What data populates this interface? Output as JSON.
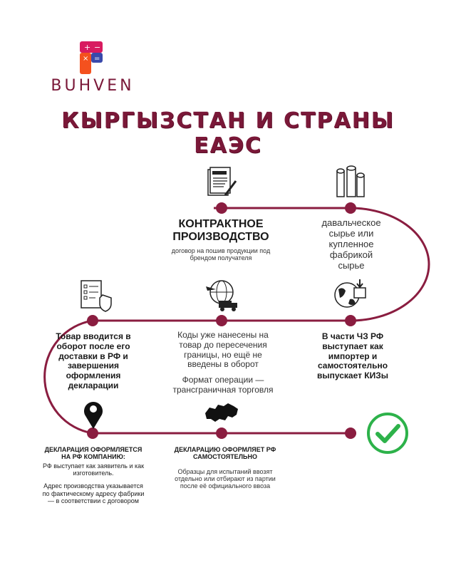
{
  "brand": {
    "name": "BUHVEN",
    "logo_icon": "calculator-logo-icon"
  },
  "title": "КЫРГЫЗСТАН И СТРАНЫ ЕАЭС",
  "colors": {
    "accent": "#7a1838",
    "dot": "#8a1d40",
    "check": "#2db24a"
  },
  "steps": {
    "contract": {
      "icon": "contract-document-icon",
      "heading": "КОНТРАКТНОЕ ПРОИЗВОДСТВО",
      "desc": "договор на пошив продукции под брендом получателя"
    },
    "material": {
      "icon": "fabric-rolls-icon",
      "text": "давальческое сырье или купленное фабрикой сырье"
    },
    "codes": {
      "icon": "global-logistics-icon",
      "text": "Коды уже нанесены на товар до пересечения границы, но ещё не введены в оборот",
      "format": "Формат операции — трансграничная торговля"
    },
    "importer": {
      "icon": "globe-box-icon",
      "text": "В части ЧЗ РФ выступает как импортер и самостоятельно выпускает КИЗы"
    },
    "circulation": {
      "icon": "checklist-shield-icon",
      "text": "Товар вводится в оборот после его доставки в РФ и завершения оформления декларации"
    },
    "declaration_company": {
      "icon": "location-pin-icon",
      "heading": "ДЕКЛАРАЦИЯ ОФОРМЛЯЕТСЯ НА РФ КОМПАНИЮ:",
      "line1": "РФ выступает как заявитель и как изготовитель.",
      "line2": "Адрес производства указывается по фактическому адресу фабрики — в соответствии с договором"
    },
    "declaration_self": {
      "icon": "russia-map-icon",
      "heading": "ДЕКЛАРАЦИЮ ОФОРМЛЯЕТ РФ САМОСТОЯТЕЛЬНО",
      "desc": "Образцы для испытаний ввозят отдельно или отбирают из партии после её официального ввоза"
    },
    "final": {
      "icon": "checkmark-icon"
    }
  }
}
